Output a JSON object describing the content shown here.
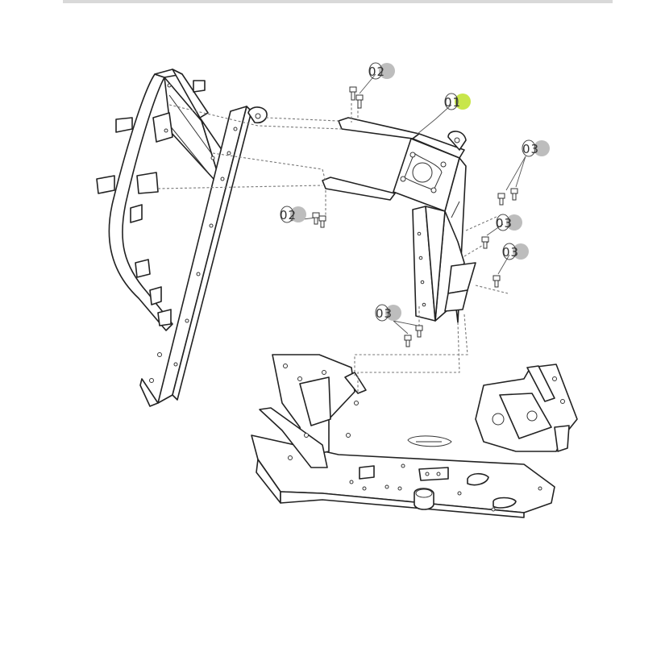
{
  "callouts": [
    {
      "id": "c01",
      "label": "01",
      "color": "#c8e64a"
    },
    {
      "id": "c02a",
      "label": "02",
      "color": "#bdbdbd"
    },
    {
      "id": "c02b",
      "label": "02",
      "color": "#bdbdbd"
    },
    {
      "id": "c03a",
      "label": "03",
      "color": "#bdbdbd"
    },
    {
      "id": "c03b",
      "label": "03",
      "color": "#bdbdbd"
    },
    {
      "id": "c03c",
      "label": "03",
      "color": "#bdbdbd"
    },
    {
      "id": "c03d",
      "label": "03",
      "color": "#bdbdbd"
    }
  ],
  "parts": [
    {
      "id": "front-frame",
      "icon": "frame-drawing"
    },
    {
      "id": "mounting-bracket",
      "icon": "bracket-drawing"
    },
    {
      "id": "chassis",
      "icon": "chassis-drawing"
    }
  ]
}
